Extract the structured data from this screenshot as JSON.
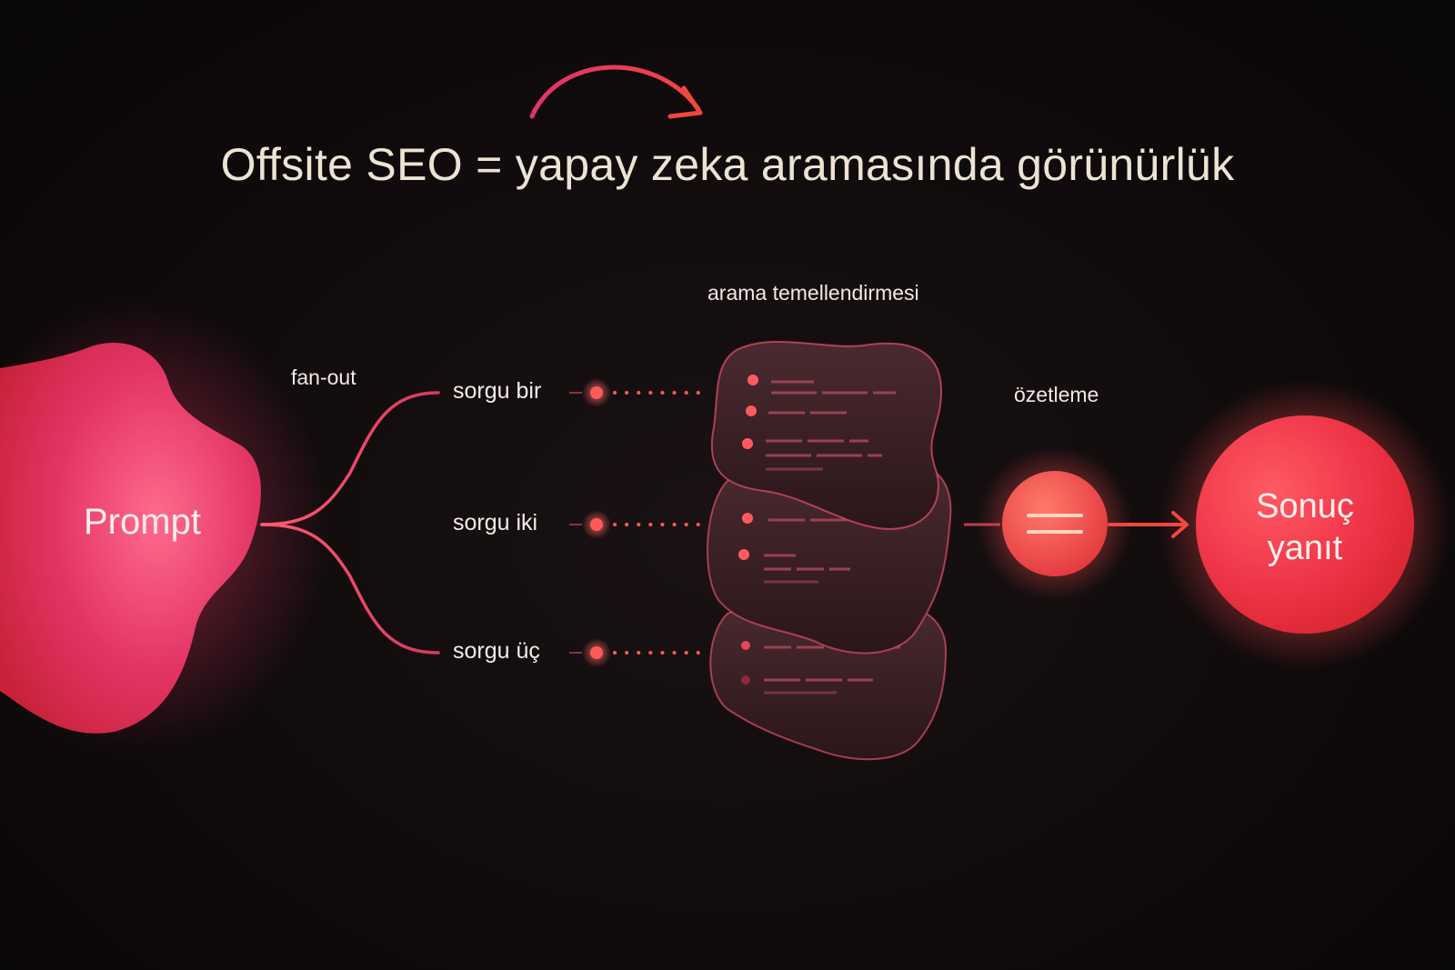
{
  "title": "Offsite SEO = yapay zeka aramasında görünürlük",
  "nodes": {
    "prompt": "Prompt",
    "result_line1": "Sonuç",
    "result_line2": "yanıt"
  },
  "labels": {
    "fan_out": "fan-out",
    "search_grounding": "arama temellendirmesi",
    "summarization": "özetleme"
  },
  "queries": [
    "sorgu bir",
    "sorgu iki",
    "sorgu üç"
  ],
  "colors": {
    "background": "#0f0a0b",
    "title": "#ece3d3",
    "accent_pink": "#e03a6a",
    "accent_red": "#f0473d",
    "text": "#f1e8e6"
  }
}
